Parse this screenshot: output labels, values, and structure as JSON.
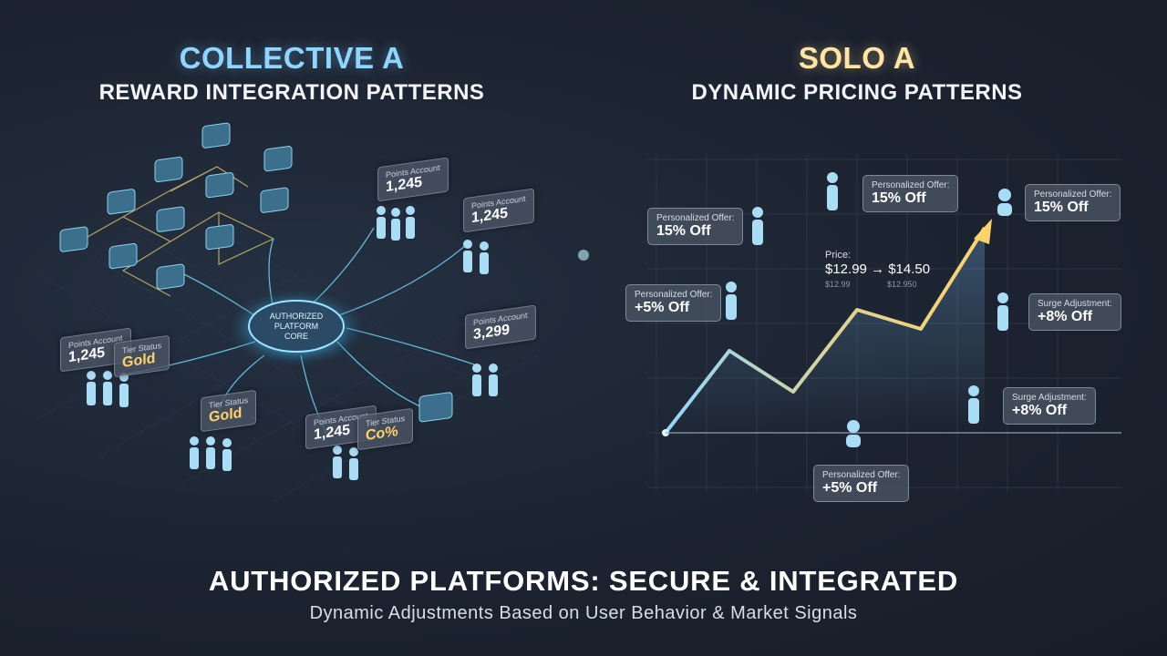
{
  "left": {
    "title": "COLLECTIVE A",
    "subtitle": "REWARD INTEGRATION PATTERNS",
    "core_label_1": "AUTHORIZED",
    "core_label_2": "PLATFORM",
    "core_label_3": "CORE",
    "cards": [
      {
        "small": "Points Account",
        "big": "1,245"
      },
      {
        "small": "Points Account",
        "big": "1,245"
      },
      {
        "small": "Points Account",
        "big": "3,299"
      },
      {
        "small": "Points Account",
        "big": "1,245"
      },
      {
        "small": "Tier Status",
        "big": "Gold"
      },
      {
        "small": "Tier Status",
        "big": "Gold"
      },
      {
        "small": "Points Account",
        "big": "1,245"
      },
      {
        "small": "Tier Status",
        "big": "Co%"
      }
    ]
  },
  "right": {
    "title": "SOLO A",
    "subtitle": "DYNAMIC PRICING PATTERNS",
    "price_label": "Price:",
    "price_main": "$12.99 → $14.50",
    "price_old_1": "$12.99",
    "price_old_2": "$12.950",
    "offers": [
      {
        "small": "Personalized Offer:",
        "big": "15% Off"
      },
      {
        "small": "Personalized Offer:",
        "big": "15% Off"
      },
      {
        "small": "Personalized Offer:",
        "big": "15% Off"
      },
      {
        "small": "Personalized Offer:",
        "big": "+5% Off"
      },
      {
        "small": "Surge Adjustment:",
        "big": "+8% Off"
      },
      {
        "small": "Surge Adjustment:",
        "big": "+8% Off"
      },
      {
        "small": "Personalized Offer:",
        "big": "+5% Off"
      }
    ]
  },
  "footer": {
    "title": "AUTHORIZED PLATFORMS: SECURE & INTEGRATED",
    "subtitle": "Dynamic Adjustments Based on User Behavior & Market Signals"
  },
  "colors": {
    "background": "#1c2330",
    "cyan_accent": "#8fd6ff",
    "gold_accent": "#ffd36b",
    "glow_line": "#7fe3ff"
  },
  "chart_data": {
    "type": "line",
    "x": [
      0,
      1,
      2,
      3,
      4,
      5
    ],
    "y": [
      0,
      3,
      1.5,
      4.5,
      3.8,
      7.5
    ]
  }
}
